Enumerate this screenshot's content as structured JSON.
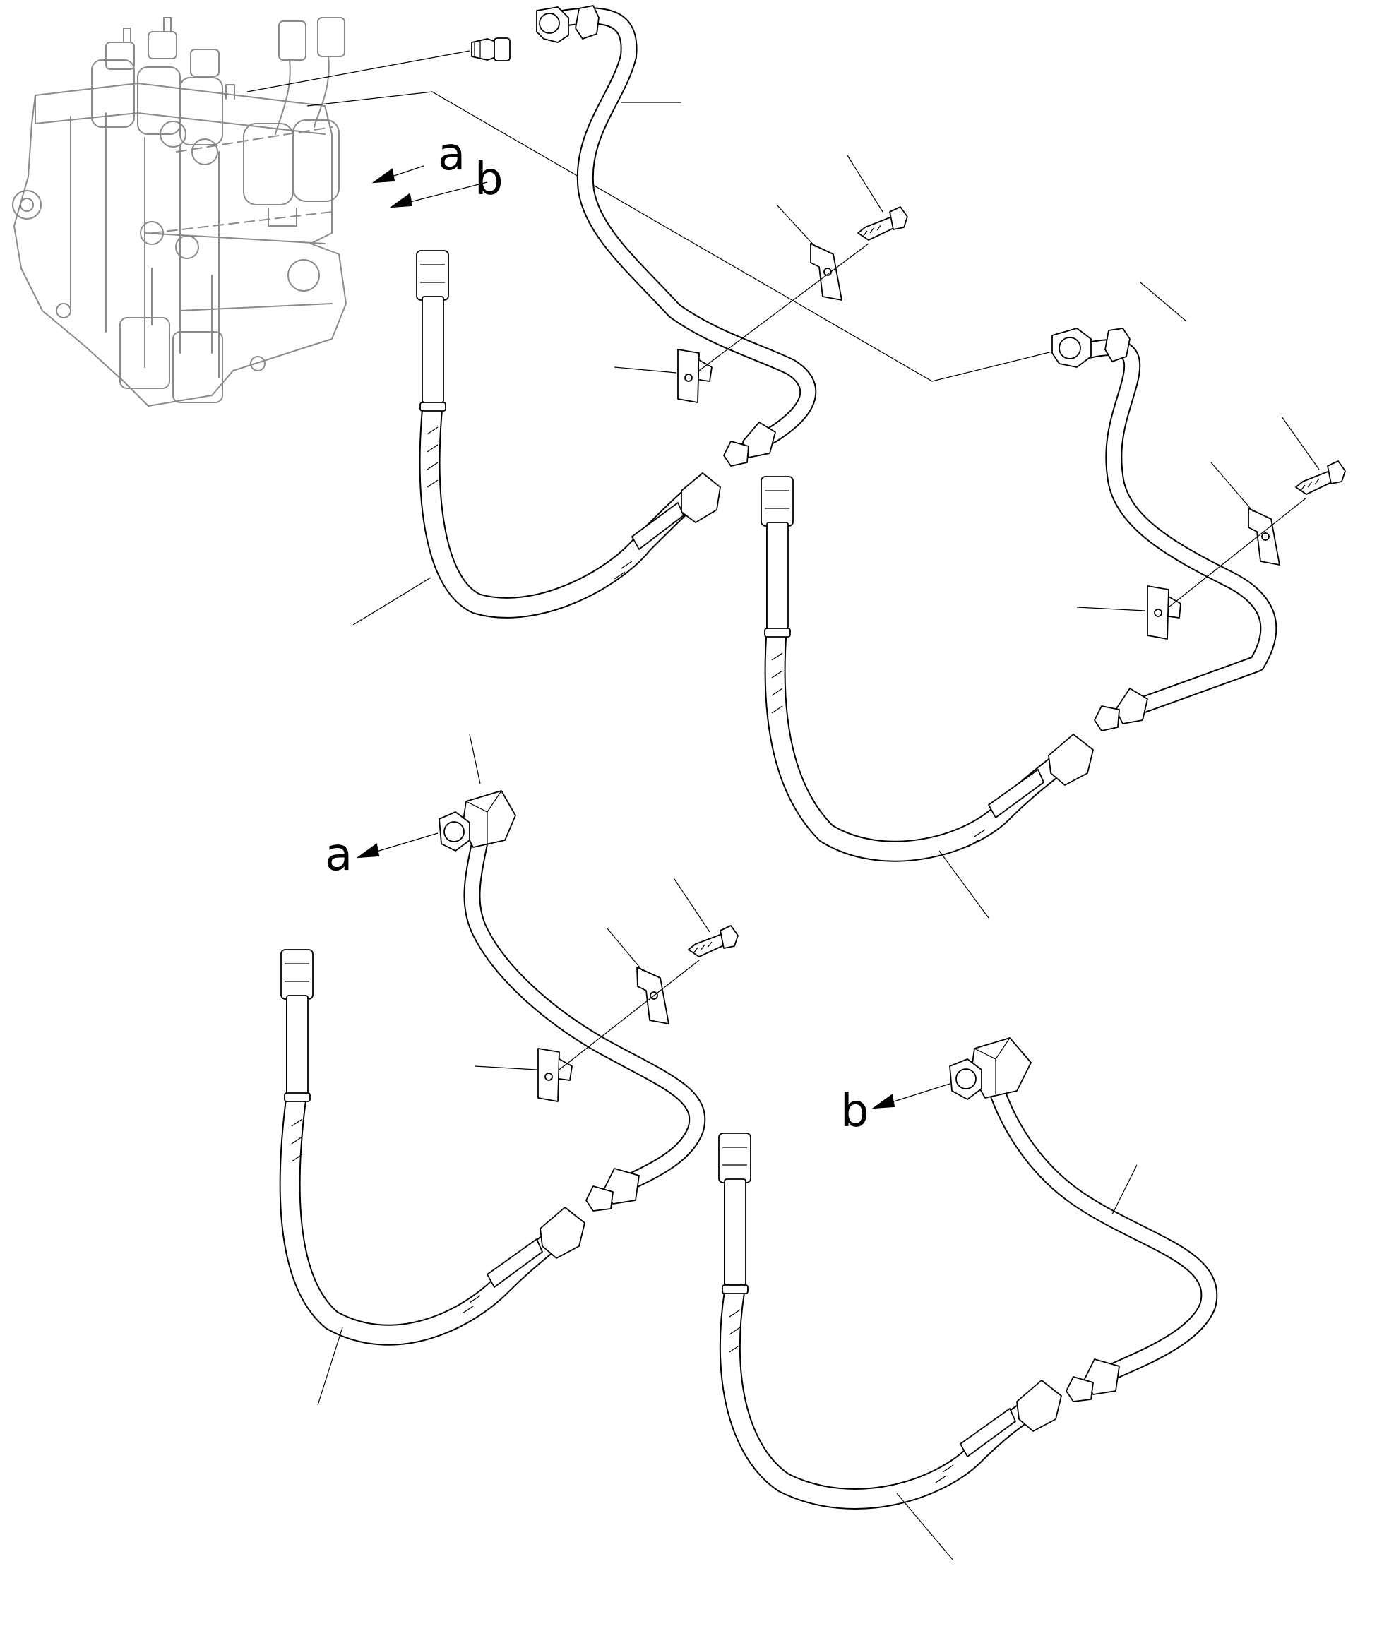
{
  "arrow_labels": {
    "a_top": "a",
    "b_top": "b",
    "a_bottom": "a",
    "b_bottom": "b"
  },
  "colors": {
    "line": "#000000",
    "hidden_line": "#8a8a8a",
    "background": "#ffffff"
  }
}
